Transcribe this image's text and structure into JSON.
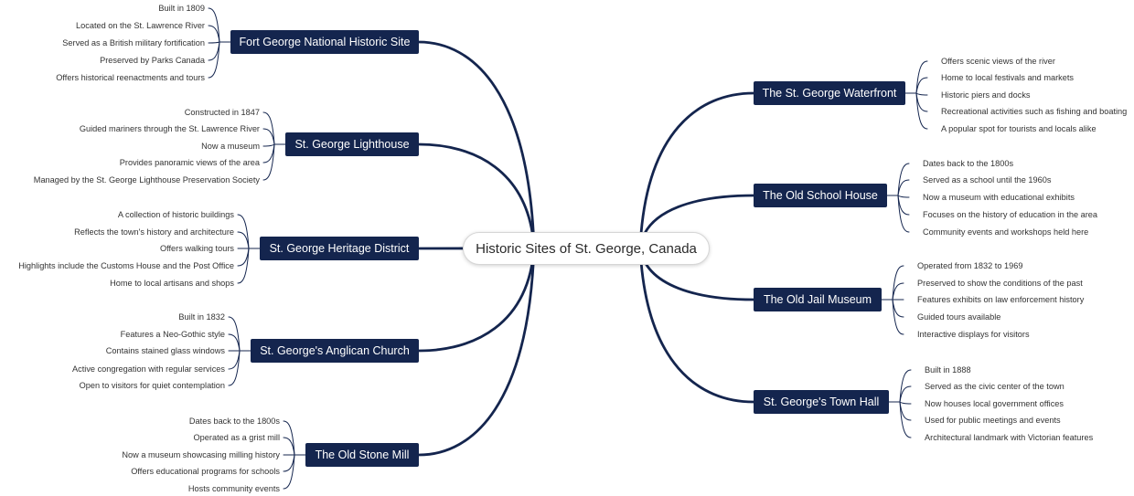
{
  "mindmap": {
    "center": "Historic Sites of St. George, Canada",
    "left": [
      {
        "label": "Fort George National Historic Site",
        "items": [
          "Built in 1809",
          "Located on the St. Lawrence River",
          "Served as a British military fortification",
          "Preserved by Parks Canada",
          "Offers historical reenactments and tours"
        ]
      },
      {
        "label": "St. George Lighthouse",
        "items": [
          "Constructed in 1847",
          "Guided mariners through the St. Lawrence River",
          "Now a museum",
          "Provides panoramic views of the area",
          "Managed by the St. George Lighthouse Preservation Society"
        ]
      },
      {
        "label": "St. George Heritage District",
        "items": [
          "A collection of historic buildings",
          "Reflects the town's history and architecture",
          "Offers walking tours",
          "Highlights include the Customs House and the Post Office",
          "Home to local artisans and shops"
        ]
      },
      {
        "label": "St. George's Anglican Church",
        "items": [
          "Built in 1832",
          "Features a Neo-Gothic style",
          "Contains stained glass windows",
          "Active congregation with regular services",
          "Open to visitors for quiet contemplation"
        ]
      },
      {
        "label": "The Old Stone Mill",
        "items": [
          "Dates back to the 1800s",
          "Operated as a grist mill",
          "Now a museum showcasing milling history",
          "Offers educational programs for schools",
          "Hosts community events"
        ]
      }
    ],
    "right": [
      {
        "label": "The St. George Waterfront",
        "items": [
          "Offers scenic views of the river",
          "Home to local festivals and markets",
          "Historic piers and docks",
          "Recreational activities such as fishing and boating",
          "A popular spot for tourists and locals alike"
        ]
      },
      {
        "label": "The Old School House",
        "items": [
          "Dates back to the 1800s",
          "Served as a school until the 1960s",
          "Now a museum with educational exhibits",
          "Focuses on the history of education in the area",
          "Community events and workshops held here"
        ]
      },
      {
        "label": "The Old Jail Museum",
        "items": [
          "Operated from 1832 to 1969",
          "Preserved to show the conditions of the past",
          "Features exhibits on law enforcement history",
          "Guided tours available",
          "Interactive displays for visitors"
        ]
      },
      {
        "label": "St. George's Town Hall",
        "items": [
          "Built in 1888",
          "Served as the civic center of the town",
          "Now houses local government offices",
          "Used for public meetings and events",
          "Architectural landmark with Victorian features"
        ]
      }
    ]
  },
  "colors": {
    "branch_fill": "#14254e",
    "link_stroke": "#14254e",
    "leaf_text": "#333333",
    "center_border": "#d6d6d6"
  }
}
